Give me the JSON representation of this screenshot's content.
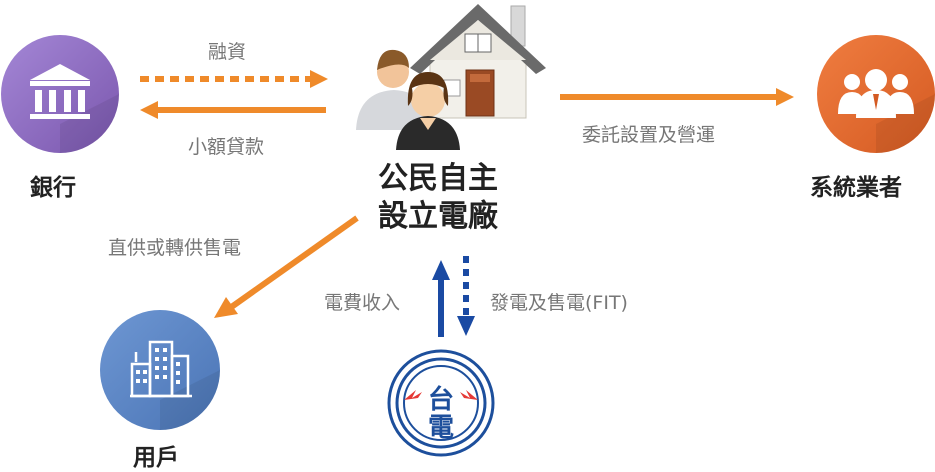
{
  "nodes": {
    "bank": {
      "label": "銀行",
      "icon": "bank-icon",
      "color": "#8e6bbf"
    },
    "operator": {
      "label": "系統業者",
      "icon": "people-group-icon",
      "color": "#e06a32"
    },
    "center": {
      "label_line1": "公民自主",
      "label_line2": "設立電廠",
      "icon": "house-with-couple-icon"
    },
    "users": {
      "label": "用戶",
      "icon": "office-buildings-icon",
      "color": "#5b86c4"
    },
    "taipower": {
      "icon": "taipower-logo-icon",
      "color": "#1d4f9c",
      "logo_text": "台電"
    }
  },
  "edges": {
    "financing": "融資",
    "micro_loan": "小額貸款",
    "commission": "委託設置及營運",
    "direct_supply": "直供或轉供售電",
    "electricity_income": "電費收入",
    "sell_power": "發電及售電(FIT)"
  },
  "colors": {
    "orange_arrow": "#ef8a2a",
    "blue_arrow": "#1a4aa3",
    "label_text": "#777777"
  }
}
